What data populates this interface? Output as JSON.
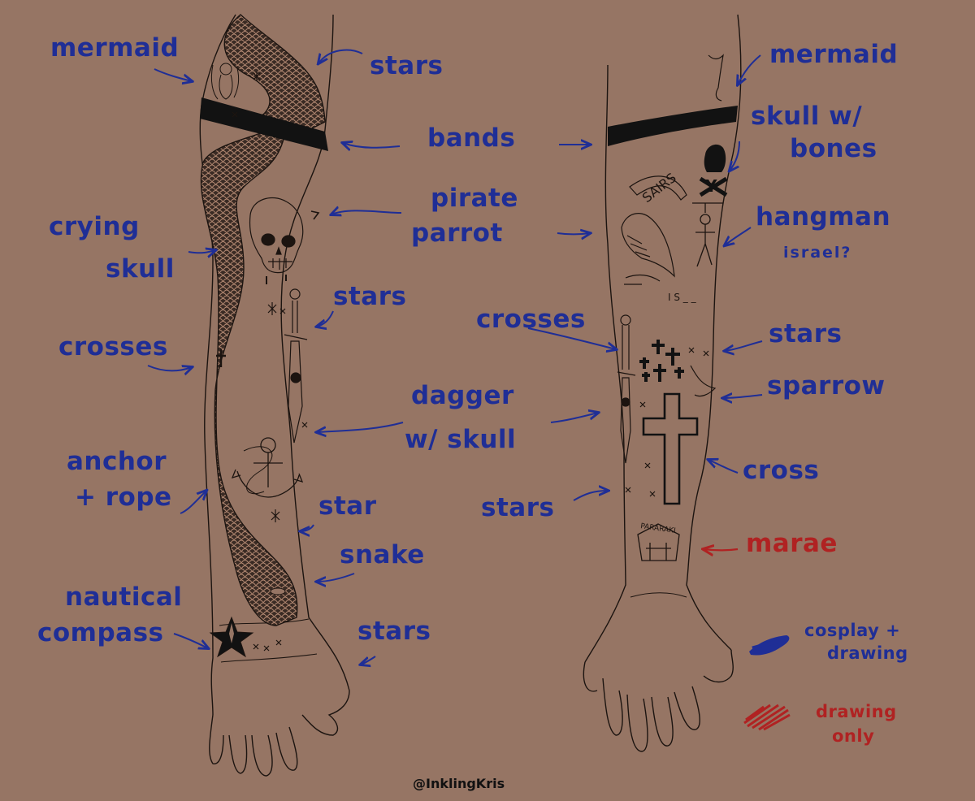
{
  "colors": {
    "background": "#967564",
    "cosplay_drawing": "#1f2e96",
    "drawing_only": "#b02222",
    "ink": "#151515"
  },
  "left_arm_labels": {
    "mermaid": "mermaid",
    "stars_top": "stars",
    "crying": "crying",
    "skull": "skull",
    "crosses": "crosses",
    "anchor": "anchor",
    "rope": "+ rope",
    "star": "star",
    "snake": "snake",
    "nautical": "nautical",
    "compass": "compass",
    "stars_wrist": "stars"
  },
  "center_labels": {
    "bands": "bands",
    "pirate": "pirate",
    "parrot": "parrot",
    "stars_mid": "stars",
    "dagger": "dagger",
    "w_skull": "w/ skull",
    "crosses_right": "crosses",
    "stars_lower": "stars"
  },
  "right_arm_labels": {
    "mermaid": "mermaid",
    "skull_w": "skull w/",
    "bones": "bones",
    "hangman": "hangman",
    "israel": "israel?",
    "stars": "stars",
    "sparrow": "sparrow",
    "cross": "cross",
    "marae": "marae"
  },
  "tattoo_text": {
    "banner": "SAIRS",
    "hangman_blanks": "I S _ _",
    "marae_sign": "PARARAKI"
  },
  "legend": {
    "cosplay_line1": "cosplay +",
    "cosplay_line2": "drawing",
    "drawing_line1": "drawing",
    "drawing_line2": "only"
  },
  "credit": "@InklingKris"
}
